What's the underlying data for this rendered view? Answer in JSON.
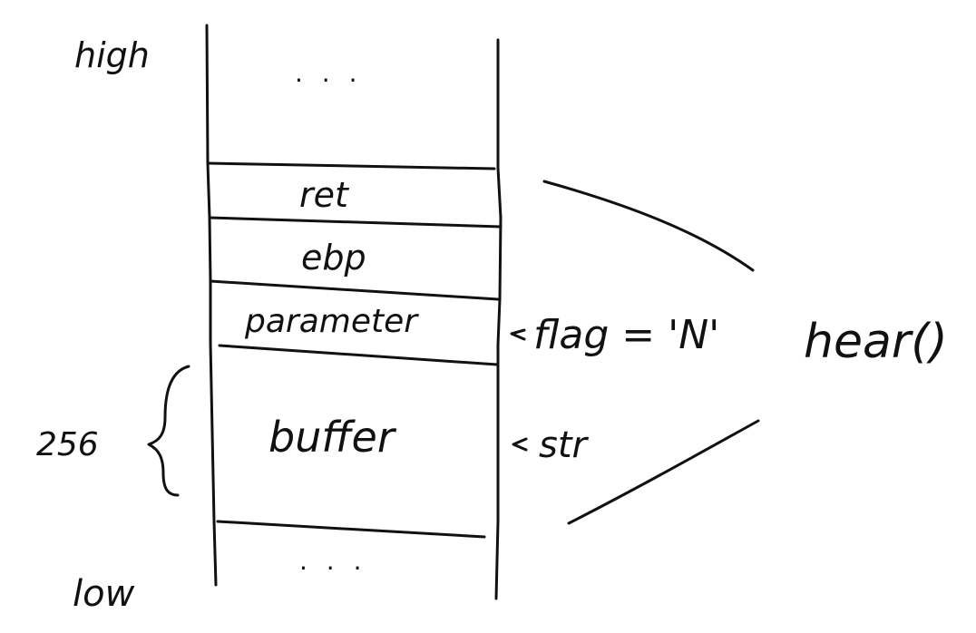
{
  "labels": {
    "high": "high",
    "low": "low",
    "top_ellipsis": "· · ·",
    "bottom_ellipsis": "· · ·",
    "size": "256",
    "function": "hear()"
  },
  "stack": {
    "frames": [
      {
        "id": "ret",
        "label": "ret"
      },
      {
        "id": "ebp",
        "label": "ebp"
      },
      {
        "id": "parameter",
        "label": "parameter"
      },
      {
        "id": "buffer",
        "label": "buffer"
      }
    ]
  },
  "pointers": {
    "flag": {
      "text": "flag = 'N'",
      "target": "parameter"
    },
    "str": {
      "text": "str",
      "target": "buffer"
    }
  },
  "colors": {
    "ink": "#111111",
    "background": "#ffffff"
  }
}
